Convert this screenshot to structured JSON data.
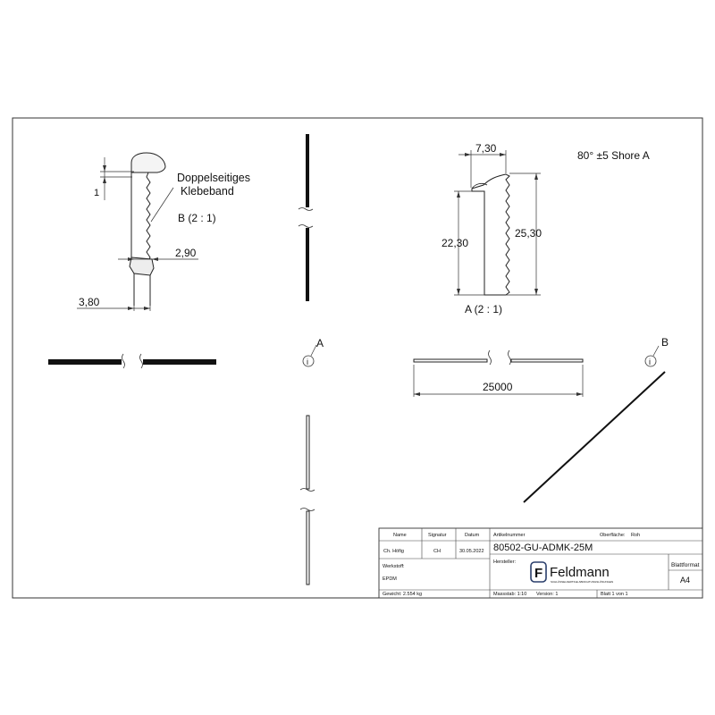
{
  "views": {
    "detail_b": {
      "label": "B (2 : 1)",
      "callout": [
        "Doppelseitiges",
        "Klebeband"
      ],
      "dims": {
        "top": "1",
        "thickness": "2,90",
        "width": "3,80"
      }
    },
    "detail_a": {
      "label": "A (2 : 1)",
      "dims": {
        "top_width": "7,30",
        "inner_height": "22,30",
        "outer_height": "25,30"
      }
    },
    "hardness": "80° ±5 Shore A",
    "length": {
      "dimension": "25000"
    },
    "marker_a": {
      "letter": "A",
      "symbol": "i"
    },
    "marker_b": {
      "letter": "B",
      "symbol": "i"
    }
  },
  "title_block": {
    "headers": {
      "name": "Name",
      "signatur": "Signatur",
      "datum": "Datum",
      "artikelnummer": "Artikelnummer",
      "oberflaeche": "Oberfläche:",
      "oberflaeche_value": "Roh"
    },
    "drawn_by": {
      "name": "Ch. Höfig",
      "signatur": "CH",
      "datum": "30.05.2022"
    },
    "article_number": "80502-GU-ADMK-25M",
    "werkstoff_label": "Werkstoff:",
    "werkstoff": "EPDM",
    "hersteller_label": "Hersteller:",
    "logo": {
      "letter": "F",
      "name": "Feldmann",
      "tagline": "SCHLÜSSELFERTIGE ABDICHTUNGSLÖSUNGEN"
    },
    "blattformat_label": "Blattformat",
    "blattformat": "A4",
    "gewicht": "Gewicht: 2.554 kg",
    "massstab": "Massstab: 1:10",
    "version": "Version: 1",
    "blatt": "Blatt 1 von 1"
  }
}
